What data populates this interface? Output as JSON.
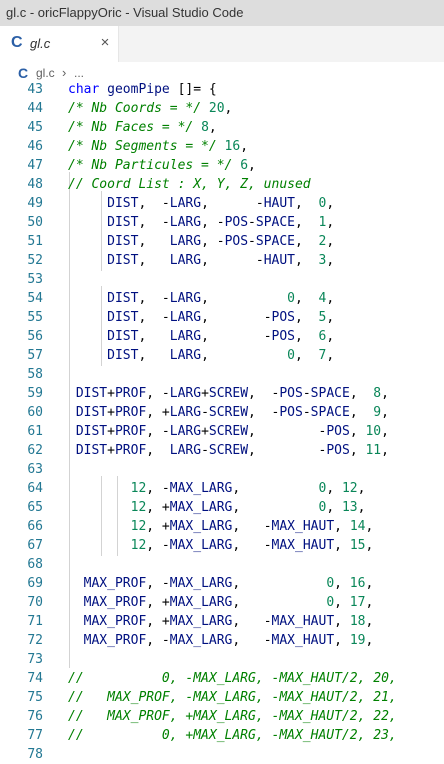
{
  "window": {
    "title": "gl.c - oricFlappyOric - Visual Studio Code"
  },
  "tab": {
    "icon": "c-language-icon",
    "label": "gl.c",
    "close": "×"
  },
  "breadcrumb": {
    "file": "gl.c",
    "separator": "›",
    "more": "..."
  },
  "editor": {
    "lines": [
      {
        "n": "43",
        "tokens": [
          {
            "t": "kw",
            "v": "char "
          },
          {
            "t": "id",
            "v": "geomPipe "
          },
          {
            "t": "p",
            "v": "[]= {"
          }
        ]
      },
      {
        "n": "44",
        "tokens": [
          {
            "t": "cm",
            "v": "/* Nb Coords = */ "
          },
          {
            "t": "num",
            "v": "20"
          },
          {
            "t": "p",
            "v": ","
          }
        ]
      },
      {
        "n": "45",
        "tokens": [
          {
            "t": "cm",
            "v": "/* Nb Faces = */ "
          },
          {
            "t": "num",
            "v": "8"
          },
          {
            "t": "p",
            "v": ","
          }
        ]
      },
      {
        "n": "46",
        "tokens": [
          {
            "t": "cm",
            "v": "/* Nb Segments = */ "
          },
          {
            "t": "num",
            "v": "16"
          },
          {
            "t": "p",
            "v": ","
          }
        ]
      },
      {
        "n": "47",
        "tokens": [
          {
            "t": "cm",
            "v": "/* Nb Particules = */ "
          },
          {
            "t": "num",
            "v": "6"
          },
          {
            "t": "p",
            "v": ","
          }
        ]
      },
      {
        "n": "48",
        "tokens": [
          {
            "t": "cm",
            "v": "// Coord List : X, Y, Z, unused"
          }
        ]
      },
      {
        "n": "49",
        "tokens": [
          {
            "t": "p",
            "v": "     "
          },
          {
            "t": "id",
            "v": "DIST"
          },
          {
            "t": "p",
            "v": ",  -"
          },
          {
            "t": "id",
            "v": "LARG"
          },
          {
            "t": "p",
            "v": ",      -"
          },
          {
            "t": "id",
            "v": "HAUT"
          },
          {
            "t": "p",
            "v": ",  "
          },
          {
            "t": "num",
            "v": "0"
          },
          {
            "t": "p",
            "v": ","
          }
        ]
      },
      {
        "n": "50",
        "tokens": [
          {
            "t": "p",
            "v": "     "
          },
          {
            "t": "id",
            "v": "DIST"
          },
          {
            "t": "p",
            "v": ",  -"
          },
          {
            "t": "id",
            "v": "LARG"
          },
          {
            "t": "p",
            "v": ", -"
          },
          {
            "t": "id",
            "v": "POS"
          },
          {
            "t": "p",
            "v": "-"
          },
          {
            "t": "id",
            "v": "SPACE"
          },
          {
            "t": "p",
            "v": ",  "
          },
          {
            "t": "num",
            "v": "1"
          },
          {
            "t": "p",
            "v": ","
          }
        ]
      },
      {
        "n": "51",
        "tokens": [
          {
            "t": "p",
            "v": "     "
          },
          {
            "t": "id",
            "v": "DIST"
          },
          {
            "t": "p",
            "v": ",   "
          },
          {
            "t": "id",
            "v": "LARG"
          },
          {
            "t": "p",
            "v": ", -"
          },
          {
            "t": "id",
            "v": "POS"
          },
          {
            "t": "p",
            "v": "-"
          },
          {
            "t": "id",
            "v": "SPACE"
          },
          {
            "t": "p",
            "v": ",  "
          },
          {
            "t": "num",
            "v": "2"
          },
          {
            "t": "p",
            "v": ","
          }
        ]
      },
      {
        "n": "52",
        "tokens": [
          {
            "t": "p",
            "v": "     "
          },
          {
            "t": "id",
            "v": "DIST"
          },
          {
            "t": "p",
            "v": ",   "
          },
          {
            "t": "id",
            "v": "LARG"
          },
          {
            "t": "p",
            "v": ",      -"
          },
          {
            "t": "id",
            "v": "HAUT"
          },
          {
            "t": "p",
            "v": ",  "
          },
          {
            "t": "num",
            "v": "3"
          },
          {
            "t": "p",
            "v": ","
          }
        ]
      },
      {
        "n": "53",
        "tokens": []
      },
      {
        "n": "54",
        "tokens": [
          {
            "t": "p",
            "v": "     "
          },
          {
            "t": "id",
            "v": "DIST"
          },
          {
            "t": "p",
            "v": ",  -"
          },
          {
            "t": "id",
            "v": "LARG"
          },
          {
            "t": "p",
            "v": ",          "
          },
          {
            "t": "num",
            "v": "0"
          },
          {
            "t": "p",
            "v": ",  "
          },
          {
            "t": "num",
            "v": "4"
          },
          {
            "t": "p",
            "v": ","
          }
        ]
      },
      {
        "n": "55",
        "tokens": [
          {
            "t": "p",
            "v": "     "
          },
          {
            "t": "id",
            "v": "DIST"
          },
          {
            "t": "p",
            "v": ",  -"
          },
          {
            "t": "id",
            "v": "LARG"
          },
          {
            "t": "p",
            "v": ",       -"
          },
          {
            "t": "id",
            "v": "POS"
          },
          {
            "t": "p",
            "v": ",  "
          },
          {
            "t": "num",
            "v": "5"
          },
          {
            "t": "p",
            "v": ","
          }
        ]
      },
      {
        "n": "56",
        "tokens": [
          {
            "t": "p",
            "v": "     "
          },
          {
            "t": "id",
            "v": "DIST"
          },
          {
            "t": "p",
            "v": ",   "
          },
          {
            "t": "id",
            "v": "LARG"
          },
          {
            "t": "p",
            "v": ",       -"
          },
          {
            "t": "id",
            "v": "POS"
          },
          {
            "t": "p",
            "v": ",  "
          },
          {
            "t": "num",
            "v": "6"
          },
          {
            "t": "p",
            "v": ","
          }
        ]
      },
      {
        "n": "57",
        "tokens": [
          {
            "t": "p",
            "v": "     "
          },
          {
            "t": "id",
            "v": "DIST"
          },
          {
            "t": "p",
            "v": ",   "
          },
          {
            "t": "id",
            "v": "LARG"
          },
          {
            "t": "p",
            "v": ",          "
          },
          {
            "t": "num",
            "v": "0"
          },
          {
            "t": "p",
            "v": ",  "
          },
          {
            "t": "num",
            "v": "7"
          },
          {
            "t": "p",
            "v": ","
          }
        ]
      },
      {
        "n": "58",
        "tokens": []
      },
      {
        "n": "59",
        "tokens": [
          {
            "t": "p",
            "v": " "
          },
          {
            "t": "id",
            "v": "DIST"
          },
          {
            "t": "p",
            "v": "+"
          },
          {
            "t": "id",
            "v": "PROF"
          },
          {
            "t": "p",
            "v": ", -"
          },
          {
            "t": "id",
            "v": "LARG"
          },
          {
            "t": "p",
            "v": "+"
          },
          {
            "t": "id",
            "v": "SCREW"
          },
          {
            "t": "p",
            "v": ",  -"
          },
          {
            "t": "id",
            "v": "POS"
          },
          {
            "t": "p",
            "v": "-"
          },
          {
            "t": "id",
            "v": "SPACE"
          },
          {
            "t": "p",
            "v": ",  "
          },
          {
            "t": "num",
            "v": "8"
          },
          {
            "t": "p",
            "v": ","
          }
        ]
      },
      {
        "n": "60",
        "tokens": [
          {
            "t": "p",
            "v": " "
          },
          {
            "t": "id",
            "v": "DIST"
          },
          {
            "t": "p",
            "v": "+"
          },
          {
            "t": "id",
            "v": "PROF"
          },
          {
            "t": "p",
            "v": ", +"
          },
          {
            "t": "id",
            "v": "LARG"
          },
          {
            "t": "p",
            "v": "-"
          },
          {
            "t": "id",
            "v": "SCREW"
          },
          {
            "t": "p",
            "v": ",  -"
          },
          {
            "t": "id",
            "v": "POS"
          },
          {
            "t": "p",
            "v": "-"
          },
          {
            "t": "id",
            "v": "SPACE"
          },
          {
            "t": "p",
            "v": ",  "
          },
          {
            "t": "num",
            "v": "9"
          },
          {
            "t": "p",
            "v": ","
          }
        ]
      },
      {
        "n": "61",
        "tokens": [
          {
            "t": "p",
            "v": " "
          },
          {
            "t": "id",
            "v": "DIST"
          },
          {
            "t": "p",
            "v": "+"
          },
          {
            "t": "id",
            "v": "PROF"
          },
          {
            "t": "p",
            "v": ", -"
          },
          {
            "t": "id",
            "v": "LARG"
          },
          {
            "t": "p",
            "v": "+"
          },
          {
            "t": "id",
            "v": "SCREW"
          },
          {
            "t": "p",
            "v": ",        -"
          },
          {
            "t": "id",
            "v": "POS"
          },
          {
            "t": "p",
            "v": ", "
          },
          {
            "t": "num",
            "v": "10"
          },
          {
            "t": "p",
            "v": ","
          }
        ]
      },
      {
        "n": "62",
        "tokens": [
          {
            "t": "p",
            "v": " "
          },
          {
            "t": "id",
            "v": "DIST"
          },
          {
            "t": "p",
            "v": "+"
          },
          {
            "t": "id",
            "v": "PROF"
          },
          {
            "t": "p",
            "v": ",  "
          },
          {
            "t": "id",
            "v": "LARG"
          },
          {
            "t": "p",
            "v": "-"
          },
          {
            "t": "id",
            "v": "SCREW"
          },
          {
            "t": "p",
            "v": ",        -"
          },
          {
            "t": "id",
            "v": "POS"
          },
          {
            "t": "p",
            "v": ", "
          },
          {
            "t": "num",
            "v": "11"
          },
          {
            "t": "p",
            "v": ","
          }
        ]
      },
      {
        "n": "63",
        "tokens": []
      },
      {
        "n": "64",
        "tokens": [
          {
            "t": "p",
            "v": "        "
          },
          {
            "t": "num",
            "v": "12"
          },
          {
            "t": "p",
            "v": ", -"
          },
          {
            "t": "id",
            "v": "MAX_LARG"
          },
          {
            "t": "p",
            "v": ",          "
          },
          {
            "t": "num",
            "v": "0"
          },
          {
            "t": "p",
            "v": ", "
          },
          {
            "t": "num",
            "v": "12"
          },
          {
            "t": "p",
            "v": ","
          }
        ]
      },
      {
        "n": "65",
        "tokens": [
          {
            "t": "p",
            "v": "        "
          },
          {
            "t": "num",
            "v": "12"
          },
          {
            "t": "p",
            "v": ", +"
          },
          {
            "t": "id",
            "v": "MAX_LARG"
          },
          {
            "t": "p",
            "v": ",          "
          },
          {
            "t": "num",
            "v": "0"
          },
          {
            "t": "p",
            "v": ", "
          },
          {
            "t": "num",
            "v": "13"
          },
          {
            "t": "p",
            "v": ","
          }
        ]
      },
      {
        "n": "66",
        "tokens": [
          {
            "t": "p",
            "v": "        "
          },
          {
            "t": "num",
            "v": "12"
          },
          {
            "t": "p",
            "v": ", +"
          },
          {
            "t": "id",
            "v": "MAX_LARG"
          },
          {
            "t": "p",
            "v": ",   -"
          },
          {
            "t": "id",
            "v": "MAX_HAUT"
          },
          {
            "t": "p",
            "v": ", "
          },
          {
            "t": "num",
            "v": "14"
          },
          {
            "t": "p",
            "v": ","
          }
        ]
      },
      {
        "n": "67",
        "tokens": [
          {
            "t": "p",
            "v": "        "
          },
          {
            "t": "num",
            "v": "12"
          },
          {
            "t": "p",
            "v": ", -"
          },
          {
            "t": "id",
            "v": "MAX_LARG"
          },
          {
            "t": "p",
            "v": ",   -"
          },
          {
            "t": "id",
            "v": "MAX_HAUT"
          },
          {
            "t": "p",
            "v": ", "
          },
          {
            "t": "num",
            "v": "15"
          },
          {
            "t": "p",
            "v": ","
          }
        ]
      },
      {
        "n": "68",
        "tokens": []
      },
      {
        "n": "69",
        "tokens": [
          {
            "t": "p",
            "v": "  "
          },
          {
            "t": "id",
            "v": "MAX_PROF"
          },
          {
            "t": "p",
            "v": ", -"
          },
          {
            "t": "id",
            "v": "MAX_LARG"
          },
          {
            "t": "p",
            "v": ",           "
          },
          {
            "t": "num",
            "v": "0"
          },
          {
            "t": "p",
            "v": ", "
          },
          {
            "t": "num",
            "v": "16"
          },
          {
            "t": "p",
            "v": ","
          }
        ]
      },
      {
        "n": "70",
        "tokens": [
          {
            "t": "p",
            "v": "  "
          },
          {
            "t": "id",
            "v": "MAX_PROF"
          },
          {
            "t": "p",
            "v": ", +"
          },
          {
            "t": "id",
            "v": "MAX_LARG"
          },
          {
            "t": "p",
            "v": ",           "
          },
          {
            "t": "num",
            "v": "0"
          },
          {
            "t": "p",
            "v": ", "
          },
          {
            "t": "num",
            "v": "17"
          },
          {
            "t": "p",
            "v": ","
          }
        ]
      },
      {
        "n": "71",
        "tokens": [
          {
            "t": "p",
            "v": "  "
          },
          {
            "t": "id",
            "v": "MAX_PROF"
          },
          {
            "t": "p",
            "v": ", +"
          },
          {
            "t": "id",
            "v": "MAX_LARG"
          },
          {
            "t": "p",
            "v": ",   -"
          },
          {
            "t": "id",
            "v": "MAX_HAUT"
          },
          {
            "t": "p",
            "v": ", "
          },
          {
            "t": "num",
            "v": "18"
          },
          {
            "t": "p",
            "v": ","
          }
        ]
      },
      {
        "n": "72",
        "tokens": [
          {
            "t": "p",
            "v": "  "
          },
          {
            "t": "id",
            "v": "MAX_PROF"
          },
          {
            "t": "p",
            "v": ", -"
          },
          {
            "t": "id",
            "v": "MAX_LARG"
          },
          {
            "t": "p",
            "v": ",   -"
          },
          {
            "t": "id",
            "v": "MAX_HAUT"
          },
          {
            "t": "p",
            "v": ", "
          },
          {
            "t": "num",
            "v": "19"
          },
          {
            "t": "p",
            "v": ","
          }
        ]
      },
      {
        "n": "73",
        "tokens": []
      },
      {
        "n": "74",
        "tokens": [
          {
            "t": "cm",
            "v": "//          0, -MAX_LARG, -MAX_HAUT/2, 20,"
          }
        ]
      },
      {
        "n": "75",
        "tokens": [
          {
            "t": "cm",
            "v": "//   MAX_PROF, -MAX_LARG, -MAX_HAUT/2, 21,"
          }
        ]
      },
      {
        "n": "76",
        "tokens": [
          {
            "t": "cm",
            "v": "//   MAX_PROF, +MAX_LARG, -MAX_HAUT/2, 22,"
          }
        ]
      },
      {
        "n": "77",
        "tokens": [
          {
            "t": "cm",
            "v": "//          0, +MAX_LARG, -MAX_HAUT/2, 23,"
          }
        ]
      },
      {
        "n": "78",
        "tokens": []
      }
    ]
  }
}
